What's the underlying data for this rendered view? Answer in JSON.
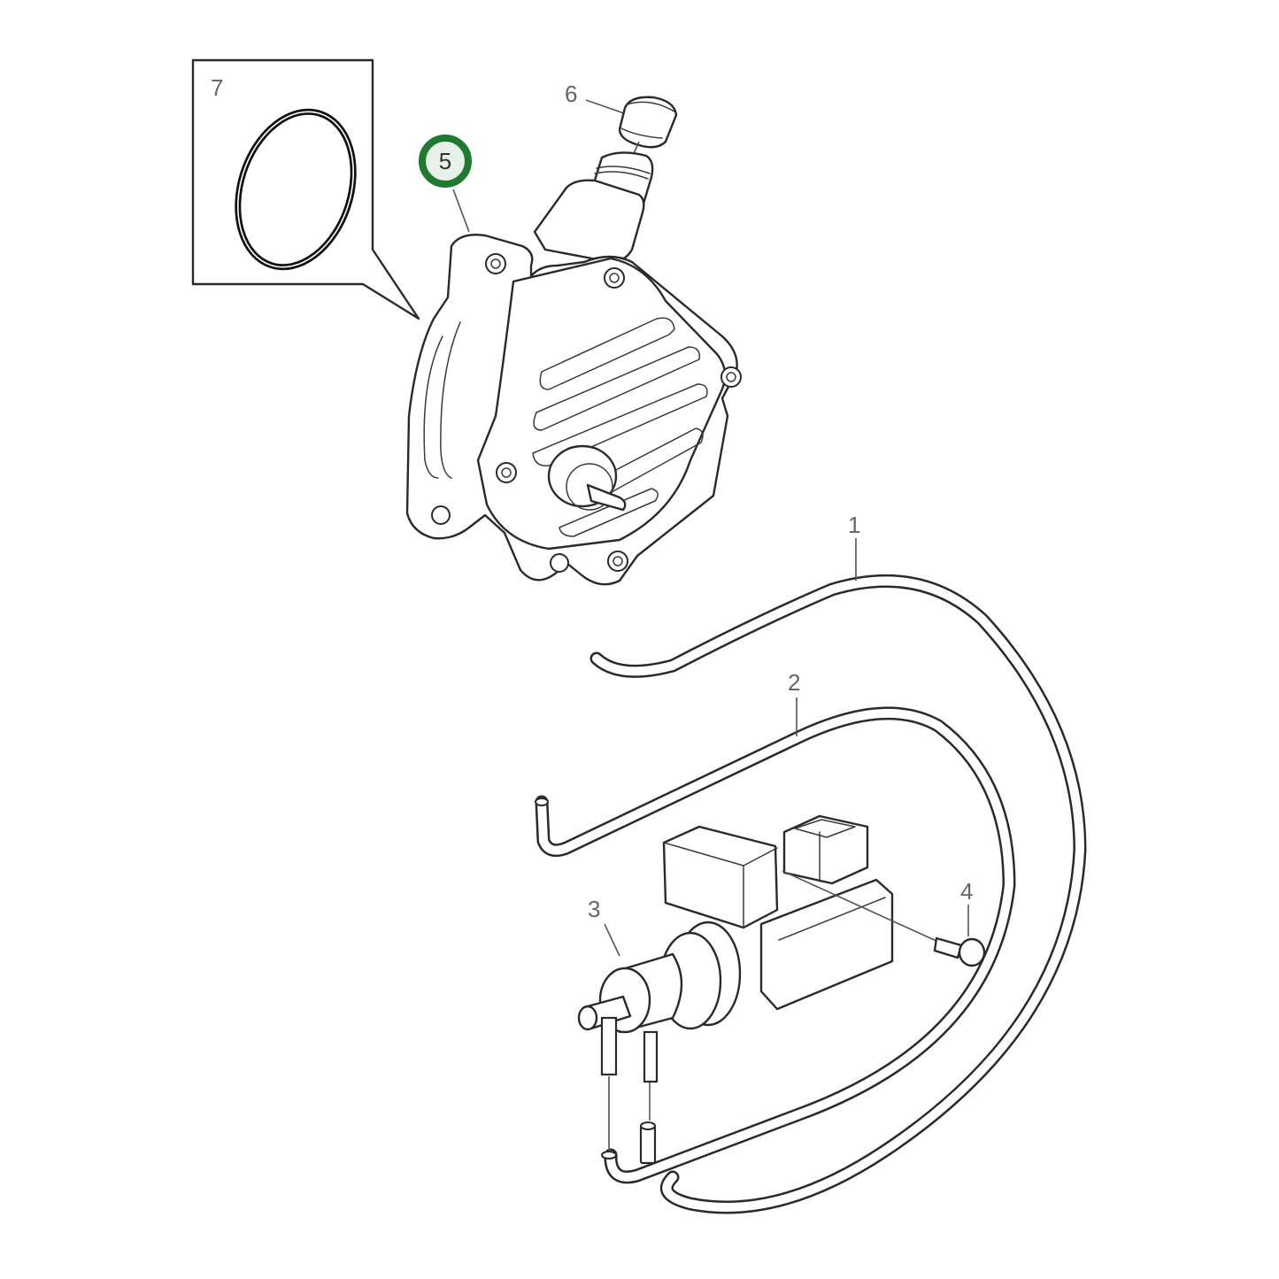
{
  "diagram": {
    "type": "exploded-parts-view",
    "subject": "vacuum pump with hoses and solenoid valve",
    "highlight_color": "#1e7a2e",
    "highlight_fill": "#e8f0ea",
    "callouts": [
      {
        "id": "1",
        "label": "1",
        "part": "hose-long"
      },
      {
        "id": "2",
        "label": "2",
        "part": "hose-short"
      },
      {
        "id": "3",
        "label": "3",
        "part": "solenoid-valve"
      },
      {
        "id": "4",
        "label": "4",
        "part": "bolt"
      },
      {
        "id": "5",
        "label": "5",
        "part": "vacuum-pump",
        "highlighted": true
      },
      {
        "id": "6",
        "label": "6",
        "part": "cap"
      },
      {
        "id": "7",
        "label": "7",
        "part": "o-ring"
      }
    ]
  }
}
